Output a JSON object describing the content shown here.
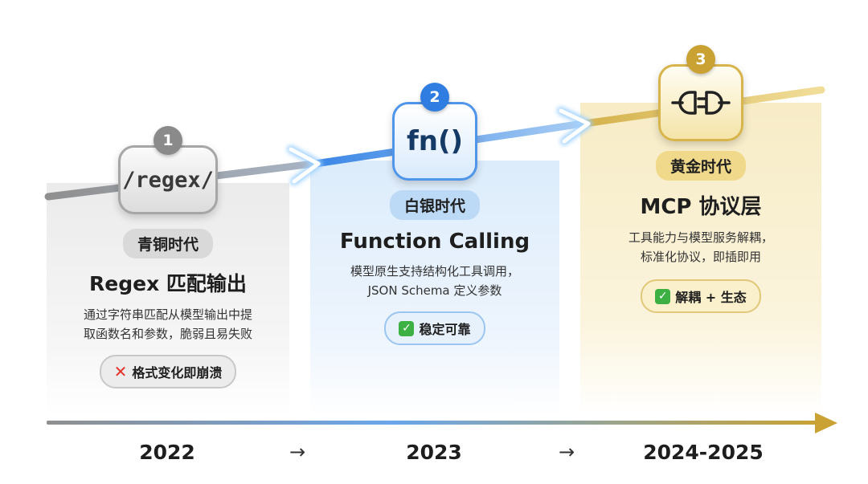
{
  "stages": [
    {
      "number": "1",
      "icon_label": "/regex/",
      "era": "青铜时代",
      "title": "Regex 匹配输出",
      "desc_lines": [
        "通过字符串匹配从模型输出中提",
        "取函数名和参数，脆弱且易失败"
      ],
      "badge_icon": "cross-mark-icon",
      "badge": "格式变化即崩溃",
      "year": "2022"
    },
    {
      "number": "2",
      "icon_label": "fn()",
      "era": "白银时代",
      "title": "Function Calling",
      "desc_lines": [
        "模型原生支持结构化工具调用，",
        "JSON Schema 定义参数"
      ],
      "badge_icon": "check-mark-icon",
      "badge": "稳定可靠",
      "year": "2023"
    },
    {
      "number": "3",
      "icon_label": "plug-connector-icon",
      "era": "黄金时代",
      "title": "MCP 协议层",
      "desc_lines": [
        "工具能力与模型服务解耦，",
        "标准化协议，即插即用"
      ],
      "badge_icon": "check-mark-icon",
      "badge": "解耦 + 生态",
      "year": "2024-2025"
    }
  ],
  "timeline_separator": "→",
  "colors": {
    "bronze": "#8a8a8a",
    "silver": "#2f7de1",
    "gold": "#c9a233"
  }
}
